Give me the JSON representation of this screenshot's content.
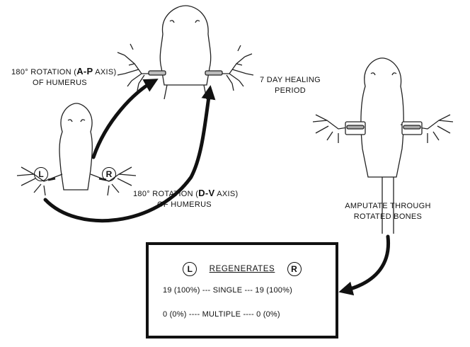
{
  "labels": {
    "rot_ap_pre": "180° ROTATION (",
    "rot_ap_axis": "A-P",
    "rot_ap_post": " AXIS)",
    "rot_ap_line2": "OF HUMERUS",
    "rot_dv_pre": "180° ROTATION (",
    "rot_dv_axis": "D-V",
    "rot_dv_post": " AXIS)",
    "rot_dv_line2": "OF HUMERUS",
    "healing_line1": "7 DAY HEALING",
    "healing_line2": "PERIOD",
    "amputate_line1": "AMPUTATE THROUGH",
    "amputate_line2": "ROTATED BONES",
    "limb_left": "L",
    "limb_right": "R"
  },
  "results": {
    "title": "REGENERATES",
    "left_marker": "L",
    "right_marker": "R",
    "rows": [
      {
        "left": "19  (100%)",
        "type": "SINGLE",
        "right": "19  (100%)"
      },
      {
        "left": "0   (0%)",
        "type": "MULTIPLE",
        "right": "0   (0%)"
      }
    ]
  }
}
